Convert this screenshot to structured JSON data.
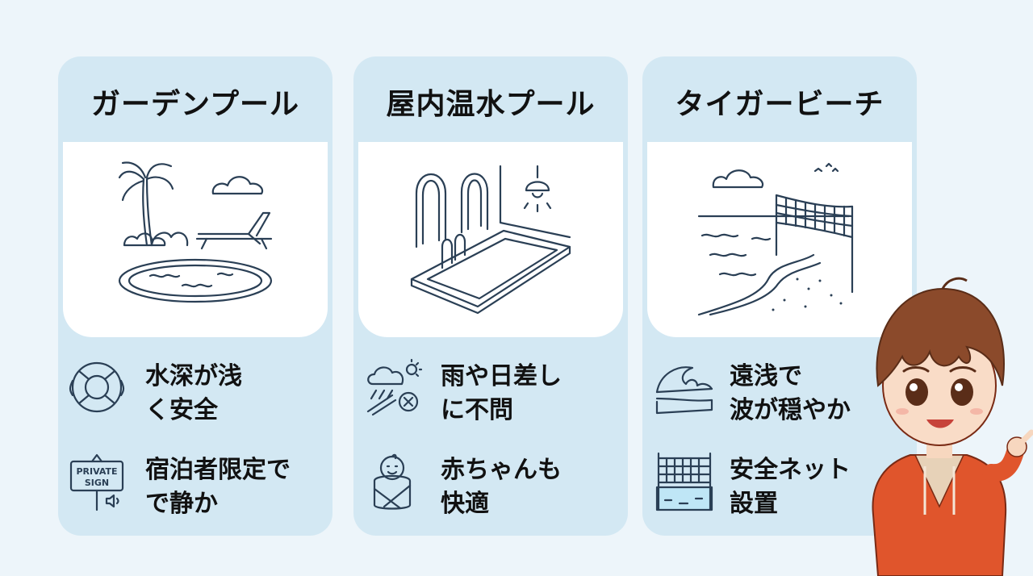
{
  "cards": [
    {
      "title": "ガーデンプール",
      "features": [
        {
          "line1": "水深が浅",
          "line2": "く安全",
          "icon": "life-ring-icon"
        },
        {
          "line1": "宿泊者限定で",
          "line2": "で静か",
          "icon": "private-sign-icon"
        }
      ],
      "sign_text": [
        "PRIVATE",
        "SIGN"
      ],
      "illustration": "garden-pool-illustration"
    },
    {
      "title": "屋内温水プール",
      "features": [
        {
          "line1": "雨や日差し",
          "line2": "に不問",
          "icon": "weather-cross-icon"
        },
        {
          "line1": "赤ちゃんも",
          "line2": "快適",
          "icon": "baby-icon"
        }
      ],
      "illustration": "indoor-pool-illustration"
    },
    {
      "title": "タイガービーチ",
      "features": [
        {
          "line1": "遠浅で",
          "line2": "波が穏やか",
          "icon": "wave-icon"
        },
        {
          "line1": "安全ネット",
          "line2": "設置",
          "icon": "safety-net-icon"
        }
      ],
      "illustration": "beach-net-illustration"
    }
  ],
  "colors": {
    "background": "#edf5fa",
    "card": "#d3e8f3",
    "line": "#2a3f55",
    "mascot_hoodie": "#e0552c"
  }
}
